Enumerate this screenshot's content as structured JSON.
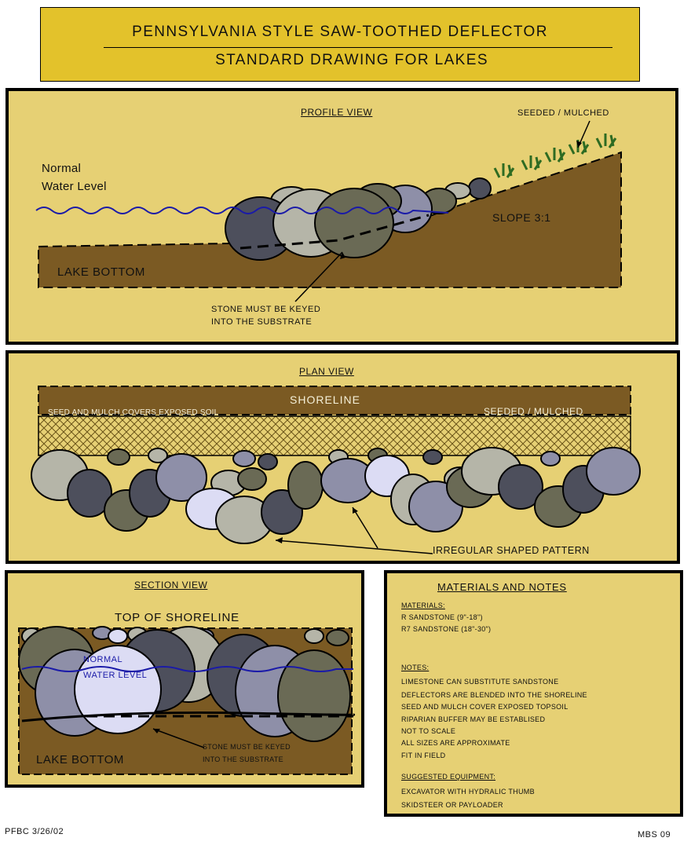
{
  "title": {
    "line1": "PENNSYLVANIA STYLE SAW-TOOTHED DEFLECTOR",
    "line2": "STANDARD DRAWING FOR LAKES"
  },
  "profile": {
    "heading": "PROFILE VIEW",
    "seeded": "SEEDED / MULCHED",
    "normal_line1": "Normal",
    "normal_line2": "Water Level",
    "slope": "SLOPE  3:1",
    "lake_bottom": "LAKE BOTTOM",
    "stone_line1": "STONE MUST BE KEYED",
    "stone_line2": "INTO THE SUBSTRATE"
  },
  "plan": {
    "heading": "PLAN VIEW",
    "shoreline": "SHORELINE",
    "seed_note": "SEED AND MULCH COVERS EXPOSED SOIL",
    "seeded": "SEEDED / MULCHED",
    "pattern": "IRREGULAR SHAPED PATTERN"
  },
  "section": {
    "heading": "SECTION VIEW",
    "top": "TOP OF SHORELINE",
    "normal_line1": "NORMAL",
    "normal_line2": "WATER LEVEL",
    "stone_line1": "STONE MUST BE KEYED",
    "stone_line2": "INTO THE SUBSTRATE",
    "lake_bottom": "LAKE BOTTOM"
  },
  "notes": {
    "heading": "MATERIALS AND NOTES",
    "materials_label": "MATERIALS:",
    "materials": [
      "R SANDSTONE (9\"-18\")",
      "R7 SANDSTONE (18\"-30\")"
    ],
    "notes_label": "NOTES:",
    "notes": [
      "LIMESTONE CAN SUBSTITUTE SANDSTONE",
      "DEFLECTORS ARE BLENDED INTO THE SHORELINE",
      "SEED AND MULCH COVER EXPOSED TOPSOIL",
      "RIPARIAN BUFFER MAY BE ESTABLISED",
      "NOT TO SCALE",
      "ALL SIZES ARE APPROXIMATE",
      "FIT IN FIELD"
    ],
    "equipment_label": "SUGGESTED EQUIPMENT:",
    "equipment": [
      "EXCAVATOR WITH HYDRALIC THUMB",
      "SKIDSTEER OR PAYLOADER"
    ]
  },
  "footer": {
    "left": "PFBC 3/26/02",
    "right": "MBS 09"
  },
  "colors": {
    "panel": "#e6d074",
    "title_bg": "#e3c22b",
    "soil": "#7b5a23",
    "water": "#1a1aa8",
    "grass": "#2e6b22"
  }
}
